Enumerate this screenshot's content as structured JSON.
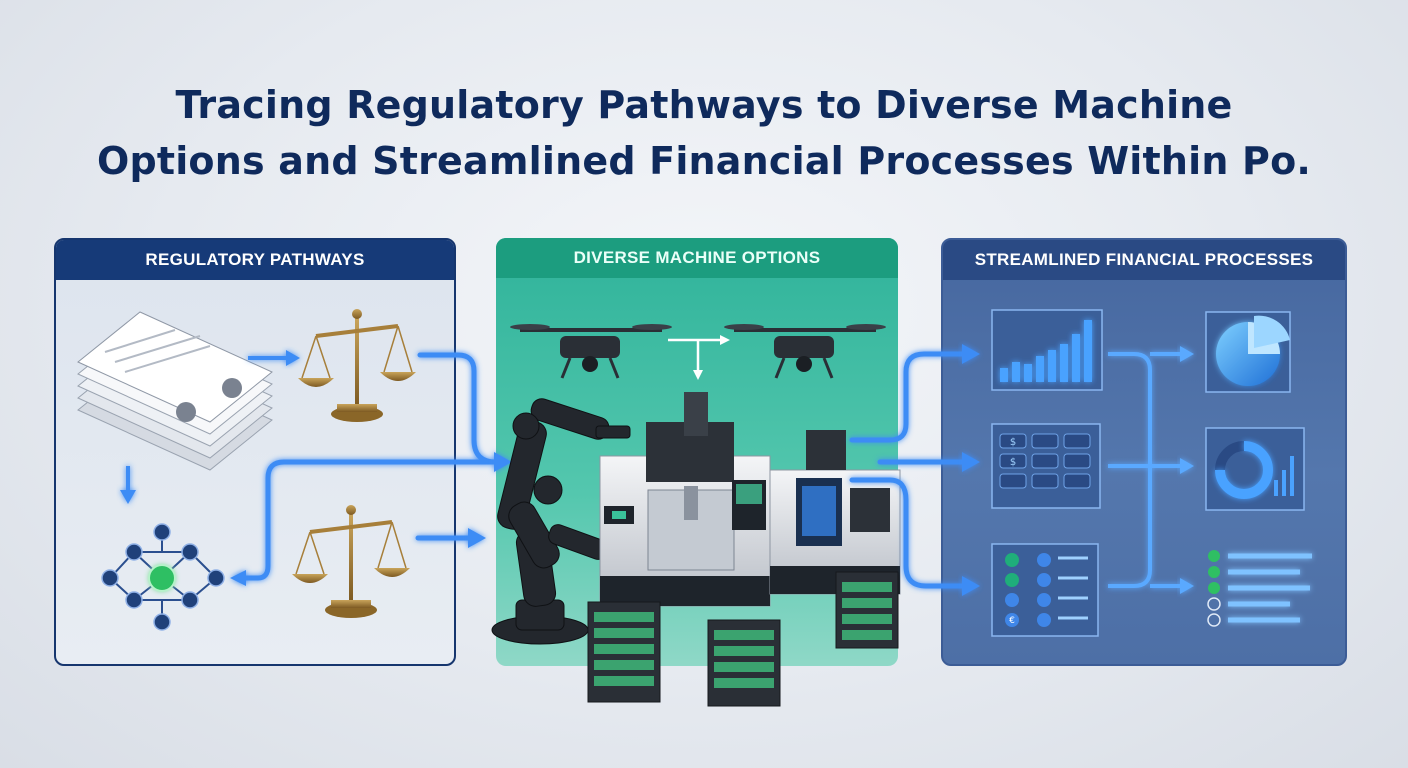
{
  "title": {
    "line1": "Tracing Regulatory Pathways to Diverse Machine",
    "line2": "Options and Streamlined Financial Processes Within Po."
  },
  "panels": {
    "regulatory": {
      "header": "Regulatory Pathways"
    },
    "machines": {
      "header": "Diverse Machine Options"
    },
    "financial": {
      "header": "Streamlined Financial Processes"
    }
  },
  "financial_tiles": {
    "currency_sign": "$",
    "euro_sign": "€"
  },
  "colors": {
    "title": "#0f2a5c",
    "regulatory_header": "#163a78",
    "machines_header": "#1c9d7f",
    "financial_header": "#2a4a84",
    "flow_arrow": "#3d8cf5"
  },
  "icons": [
    "documents-stack-icon",
    "scales-of-justice-icon",
    "network-graph-icon",
    "drone-icon",
    "robot-arm-icon",
    "cnc-machine-icon",
    "server-rack-icon",
    "bar-chart-icon",
    "pie-chart-icon",
    "donut-chart-icon",
    "checklist-icon"
  ]
}
